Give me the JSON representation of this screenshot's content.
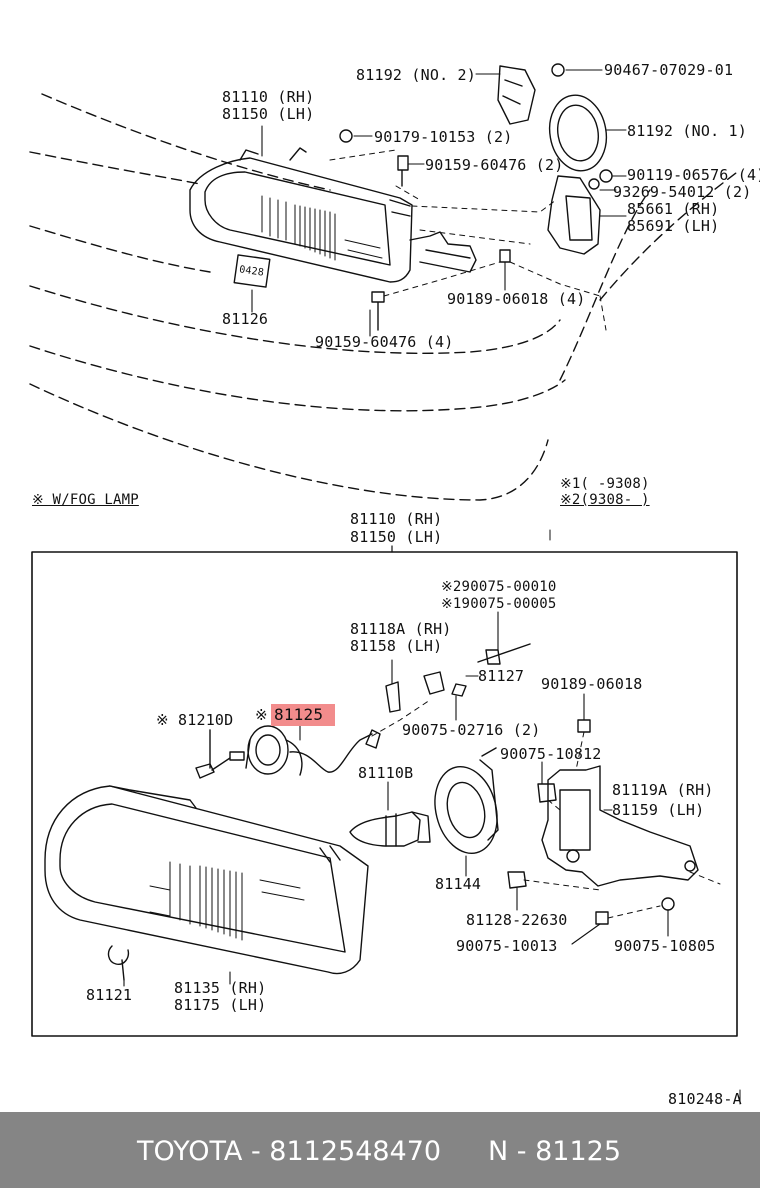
{
  "labels": {
    "p81192_no2": "81192 (NO. 2)",
    "p90467": "90467-07029-01",
    "p81110_rh": "81110 (RH)",
    "p81150_lh": "81150 (LH)",
    "p81192_no1": "81192 (NO. 1)",
    "p90179": "90179-10153 (2)",
    "p90159_2": "90159-60476 (2)",
    "p90119": "90119-06576 (4)",
    "p93269": "93269-54012 (2)",
    "p85661": "85661 (RH)",
    "p85691": "85691 (LH)",
    "p90189_4": "90189-06018 (4)",
    "p81126": "81126",
    "p90159_4": "90159-60476 (4)",
    "fog_lamp": "※ W/FOG LAMP",
    "note1": "※1(     -9308)",
    "note2": "※2(9308-      )",
    "box_81110_rh": "81110 (RH)",
    "box_81150_lh": "81150 (LH)",
    "p90075_00010": "※290075-00010",
    "p90075_00005": "※190075-00005",
    "p81118a": "81118A (RH)",
    "p81158": "81158   (LH)",
    "p81127": "81127",
    "p90189": "90189-06018",
    "p81210d": "※ 81210D",
    "p81125_mark": "※",
    "p81125": "81125",
    "p90075_02716": "90075-02716 (2)",
    "p90075_10812": "90075-10812",
    "p81110b": "81110B",
    "p81119a": "81119A (RH)",
    "p81159": "81159   (LH)",
    "p81144": "81144",
    "p81128": "81128-22630",
    "p90075_10013": "90075-10013",
    "p90075_10805": "90075-10805",
    "p81121": "81121",
    "p81135": "81135 (RH)",
    "p81175": "81175 (LH)",
    "fig_code": "810248-A",
    "box_label": "0428"
  },
  "footer": {
    "left": "TOYOTA - 8112548470",
    "right": "N - 81125"
  },
  "colors": {
    "highlight": "#f28c8c",
    "footer_bg": "#858585",
    "footer_text": "#ffffff"
  }
}
